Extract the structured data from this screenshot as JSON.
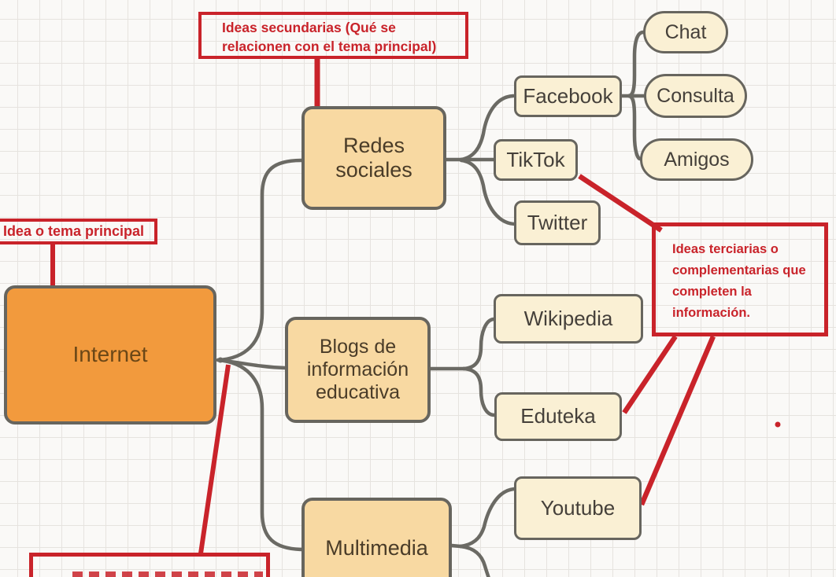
{
  "title": "Mapa mental de Internet",
  "colors": {
    "canvas_bg": "#faf9f7",
    "grid_line": "#e6e3df",
    "node_main_fill": "#f29a3d",
    "node_branch_fill": "#f8d9a2",
    "node_leaf_fill": "#faf0d4",
    "node_border": "#67655e",
    "node_main_text": "#6b4717",
    "node_branch_text": "#4a3c28",
    "node_text": "#45403a",
    "connector": "#6b6a64",
    "annotation_red": "#c9232a"
  },
  "nodes": {
    "internet": {
      "label": "Internet"
    },
    "redes": {
      "label": "Redes sociales"
    },
    "blogs": {
      "label": "Blogs de información educativa"
    },
    "multimedia": {
      "label": "Multimedia"
    },
    "facebook": {
      "label": "Facebook"
    },
    "tiktok": {
      "label": "TikTok"
    },
    "twitter": {
      "label": "Twitter"
    },
    "chat": {
      "label": "Chat"
    },
    "consulta": {
      "label": "Consulta"
    },
    "amigos": {
      "label": "Amigos"
    },
    "wikipedia": {
      "label": "Wikipedia"
    },
    "eduteka": {
      "label": "Eduteka"
    },
    "youtube": {
      "label": "Youtube"
    }
  },
  "annotations": {
    "main_idea": {
      "text": "Idea o tema principal"
    },
    "secondary": {
      "text": "Ideas secundarias (Qué se relacionen con el tema principal)"
    },
    "tertiary": {
      "text": "Ideas terciarias o complementarias que completen la información."
    },
    "bottom_clipped": {
      "text": ""
    }
  }
}
